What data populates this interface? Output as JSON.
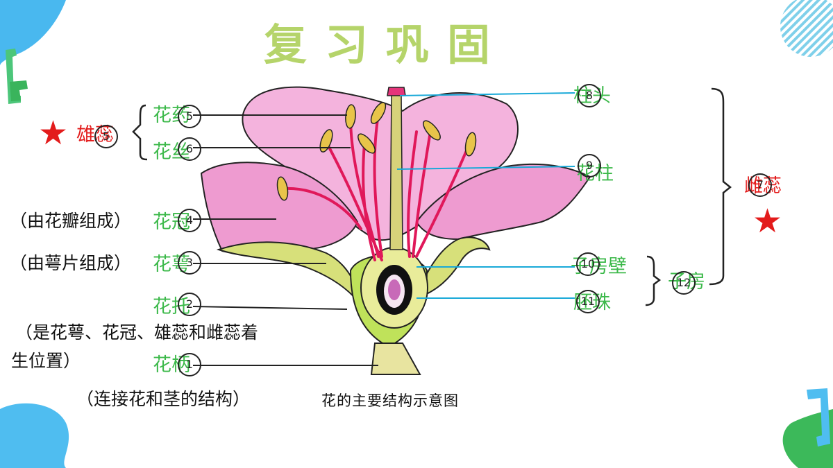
{
  "title": "复习巩固",
  "caption": "花的主要结构示意图",
  "colors": {
    "label_green": "#3cb94a",
    "accent_red": "#e31b1b",
    "title_green": "#b5d46a",
    "petal_pink": "#f2a6d8",
    "stamen_line": "#e0185a",
    "pointer_line": "#18a9d8"
  },
  "labels": {
    "stamen_group": "雄蕊",
    "anther": "花药",
    "filament": "花丝",
    "corolla": "花冠",
    "calyx": "花萼",
    "receptacle": "花托",
    "pedicel": "花柄",
    "stigma": "柱头",
    "style": "花柱",
    "pistil_group": "雌蕊",
    "ovary_wall": "子房壁",
    "ovule": "胚珠",
    "ovary": "子房"
  },
  "numbers": {
    "anther": "5",
    "filament": "6",
    "corolla": "4",
    "calyx": "3",
    "receptacle": "2",
    "pedicel": "1",
    "stigma": "8",
    "style": "9",
    "pistil": "7",
    "ovary_wall": "10",
    "ovule": "11",
    "ovary": "12",
    "stamen": "5"
  },
  "notes": {
    "corolla": "（由花瓣组成）",
    "calyx": "（由萼片组成）",
    "receptacle_line1": "（是花萼、花冠、雄蕊和雌蕊着",
    "receptacle_line2": "生位置）",
    "pedicel": "（连接花和茎的结构）"
  },
  "stars": {
    "left": "★",
    "right": "★"
  }
}
